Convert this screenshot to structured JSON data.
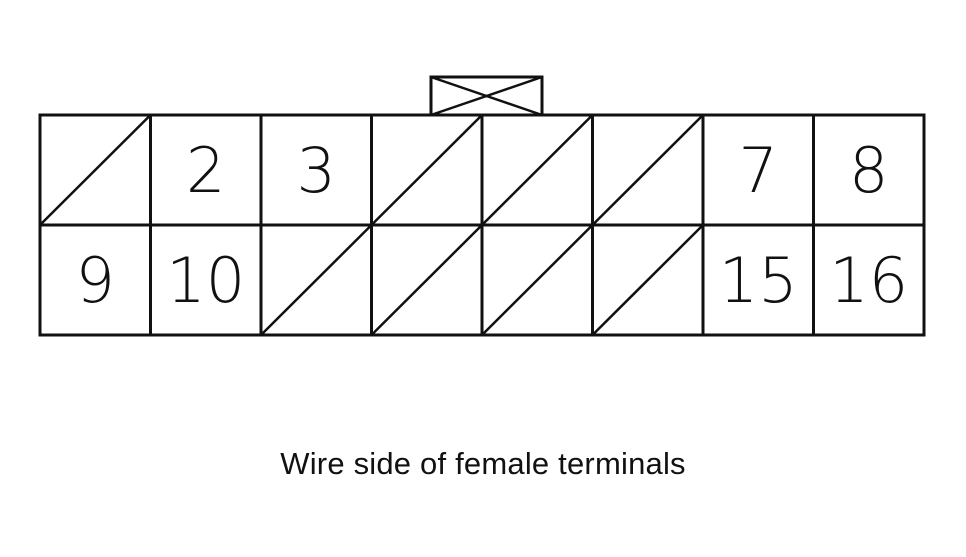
{
  "diagram": {
    "caption": "Wire side of female terminals",
    "columns": 8,
    "rows": 2,
    "top_row": [
      {
        "label": "",
        "unused": true
      },
      {
        "label": "2",
        "unused": false
      },
      {
        "label": "3",
        "unused": false
      },
      {
        "label": "",
        "unused": true
      },
      {
        "label": "",
        "unused": true
      },
      {
        "label": "",
        "unused": true
      },
      {
        "label": "7",
        "unused": false
      },
      {
        "label": "8",
        "unused": false
      }
    ],
    "bottom_row": [
      {
        "label": "9",
        "unused": false
      },
      {
        "label": "10",
        "unused": false
      },
      {
        "label": "",
        "unused": true
      },
      {
        "label": "",
        "unused": true
      },
      {
        "label": "",
        "unused": true
      },
      {
        "label": "",
        "unused": true
      },
      {
        "label": "15",
        "unused": false
      },
      {
        "label": "16",
        "unused": false
      }
    ],
    "locking_tab": {
      "marked": true
    },
    "line_color": "#111111"
  }
}
